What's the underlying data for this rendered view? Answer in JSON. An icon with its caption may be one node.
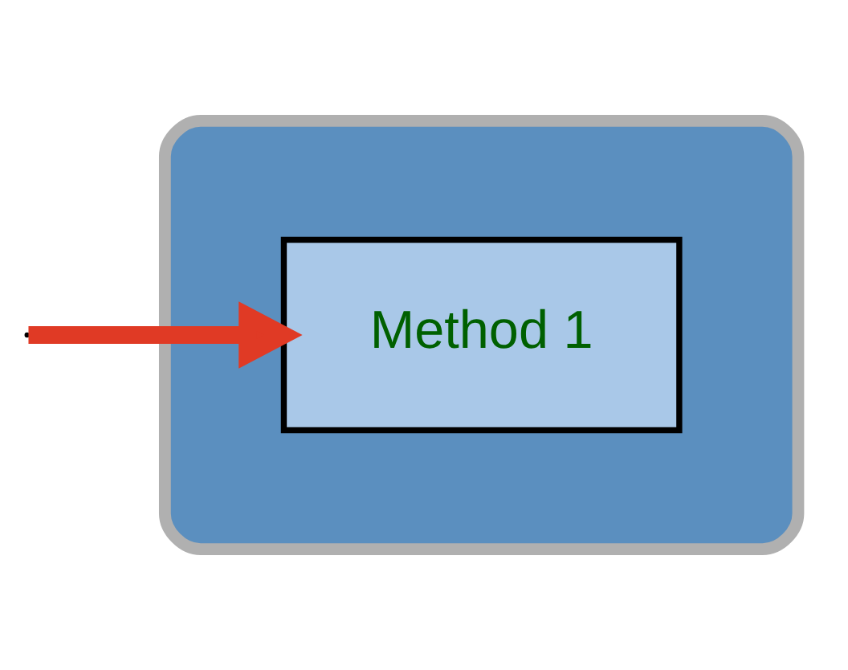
{
  "diagram": {
    "nodes": [
      {
        "text": [],
        "shape": "box"
      },
      {
        "text": [
          "Method 1"
        ],
        "in": 0
      }
    ],
    "edges": [
      {
        "from": null,
        "to": 1,
        "arrow": "to",
        "color": "#e03a25"
      }
    ]
  }
}
